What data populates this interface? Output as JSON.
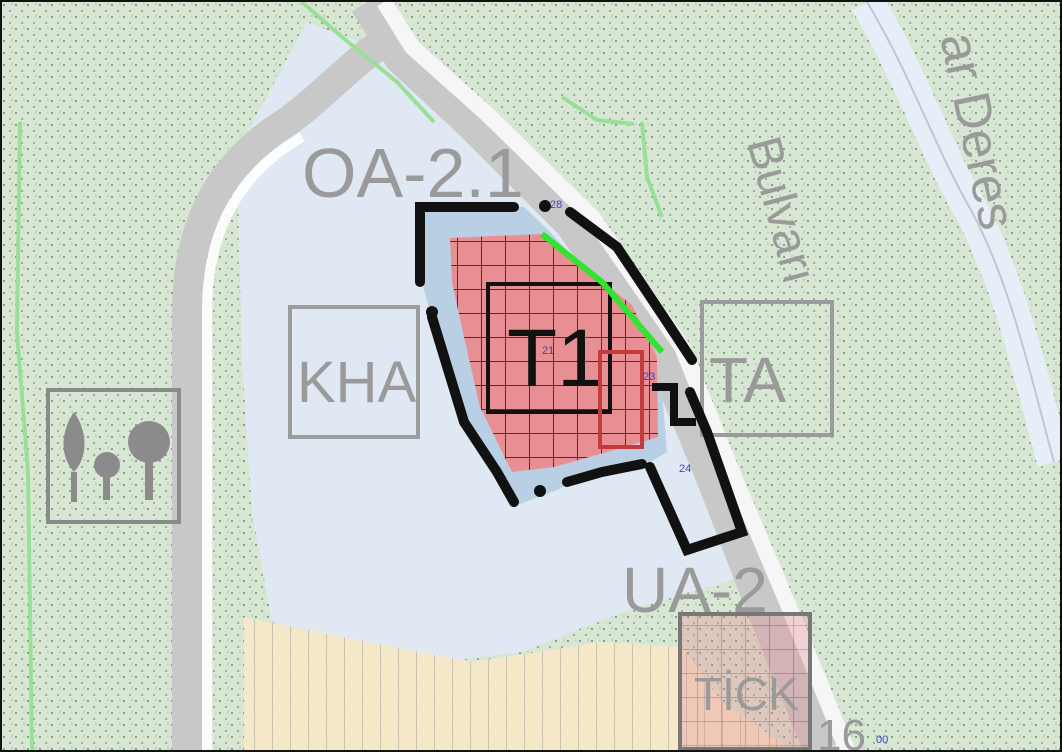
{
  "map": {
    "labels": {
      "zone_top": "OA-2.1",
      "zone_left": "KHA",
      "zone_right": "TA",
      "parcel_main": "T1",
      "zone_bottom": "UA-2",
      "zone_bottom_right": "TİCK",
      "road_right_1": "Bulvarı",
      "road_right_2": "ar Deres",
      "road_number": "16"
    },
    "small_numbers": {
      "n28": "28",
      "n24": "24",
      "n23": "23",
      "n21": "21",
      "n00": "00"
    },
    "colors": {
      "forest": "#d8e7d3",
      "forest_dots": "#4c6f4c",
      "institution": "#dfe8f3",
      "residential": "#f7e8c7",
      "parcel_red": "#e88f94",
      "road_gray": "#c8c8c8",
      "green_line": "#2fe52f",
      "border_black": "#111111"
    },
    "icons": {
      "tree_park": "tree-park-icon"
    }
  }
}
